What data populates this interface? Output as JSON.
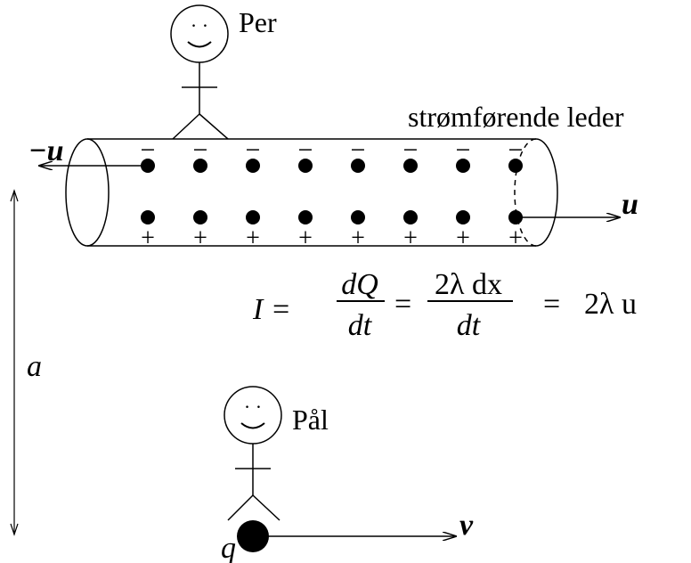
{
  "labels": {
    "person_top": "Per",
    "person_bottom": "Pål",
    "conductor": "strømførende leder",
    "vel_left": "−u",
    "vel_right": "u",
    "distance": "a",
    "charge": "q",
    "charge_velocity": "v"
  },
  "charges": {
    "negative_sign": "−",
    "positive_sign": "+",
    "count": 8
  },
  "equation": {
    "lhs": "I =",
    "frac1_num": "dQ",
    "frac1_den": "dt",
    "eq2": "=",
    "frac2_num": "2λ dx",
    "frac2_den": "dt",
    "eq3": "=",
    "rhs": "2λ u"
  },
  "face": {
    "eyes": "· ·"
  }
}
